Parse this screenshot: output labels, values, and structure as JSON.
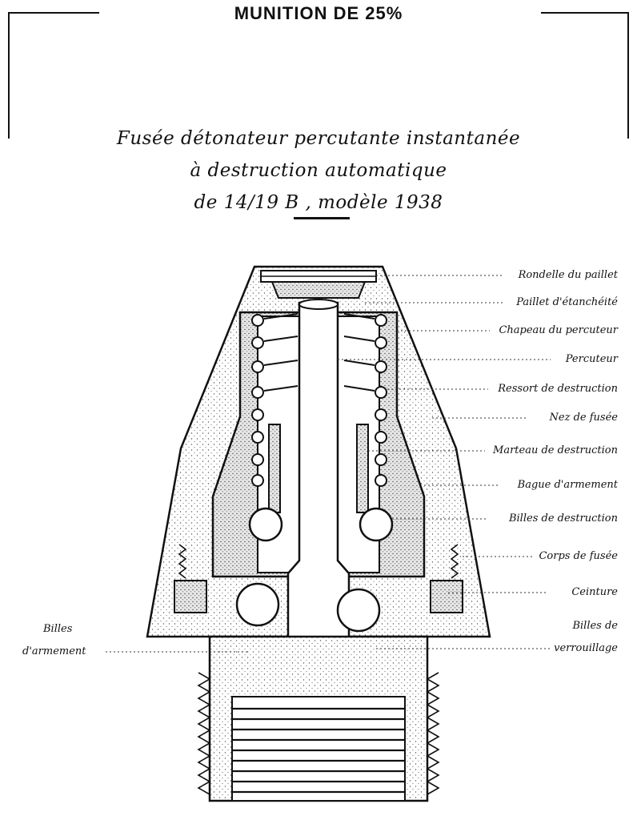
{
  "header": {
    "title": "MUNITION DE 25%"
  },
  "titles": {
    "line1": "Fusée détonateur percutante instantanée",
    "line2": "à destruction automatique",
    "line3": "de 14/19 B , modèle 1938"
  },
  "labels_right": [
    "Rondelle du paillet",
    "Paillet d'étanchéité",
    "Chapeau du percuteur",
    "Percuteur",
    "Ressort de destruction",
    "Nez de fusée",
    "Marteau de destruction",
    "Bague d'armement",
    "Billes de destruction",
    "Corps de fusée",
    "Ceinture"
  ],
  "labels_left": {
    "billes_armement_1": "Billes",
    "billes_armement_2": "d'armement"
  },
  "labels_bottom_right": {
    "billes_verrouillage_1": "Billes de",
    "billes_verrouillage_2": "verrouillage"
  }
}
